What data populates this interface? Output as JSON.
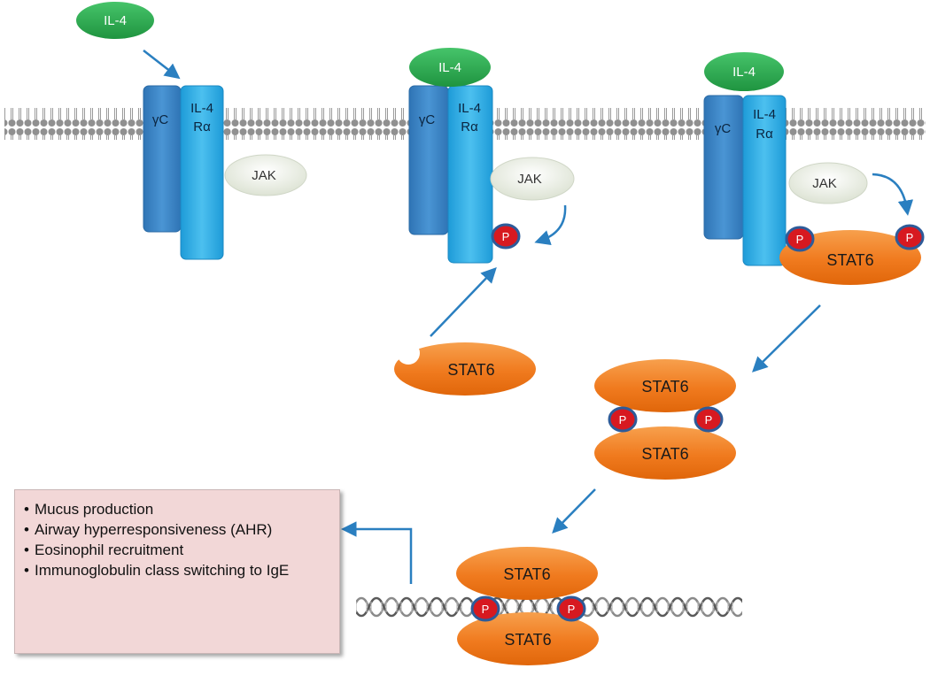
{
  "ligand": {
    "label": "IL-4"
  },
  "receptor": {
    "gamma_chain_label": "γC",
    "alpha_chain_label_line1": "IL-4",
    "alpha_chain_label_line2": "Rα"
  },
  "kinase": {
    "label": "JAK"
  },
  "stat": {
    "label": "STAT6"
  },
  "phospho": {
    "label": "P"
  },
  "outcomes": {
    "items": [
      "Mucus production",
      "Airway hyperresponsiveness (AHR)",
      "Eosinophil recruitment",
      "Immunoglobulin class switching to IgE"
    ]
  },
  "colors": {
    "ligand": "#2fa84f",
    "gamma_chain": "#3a86c8",
    "alpha_chain": "#2eaae2",
    "jak": "#eef2e8",
    "stat": "#f07a1e",
    "phospho": "#d71920",
    "arrow": "#2a7fc0",
    "outcome_box": "#f2d7d7"
  }
}
